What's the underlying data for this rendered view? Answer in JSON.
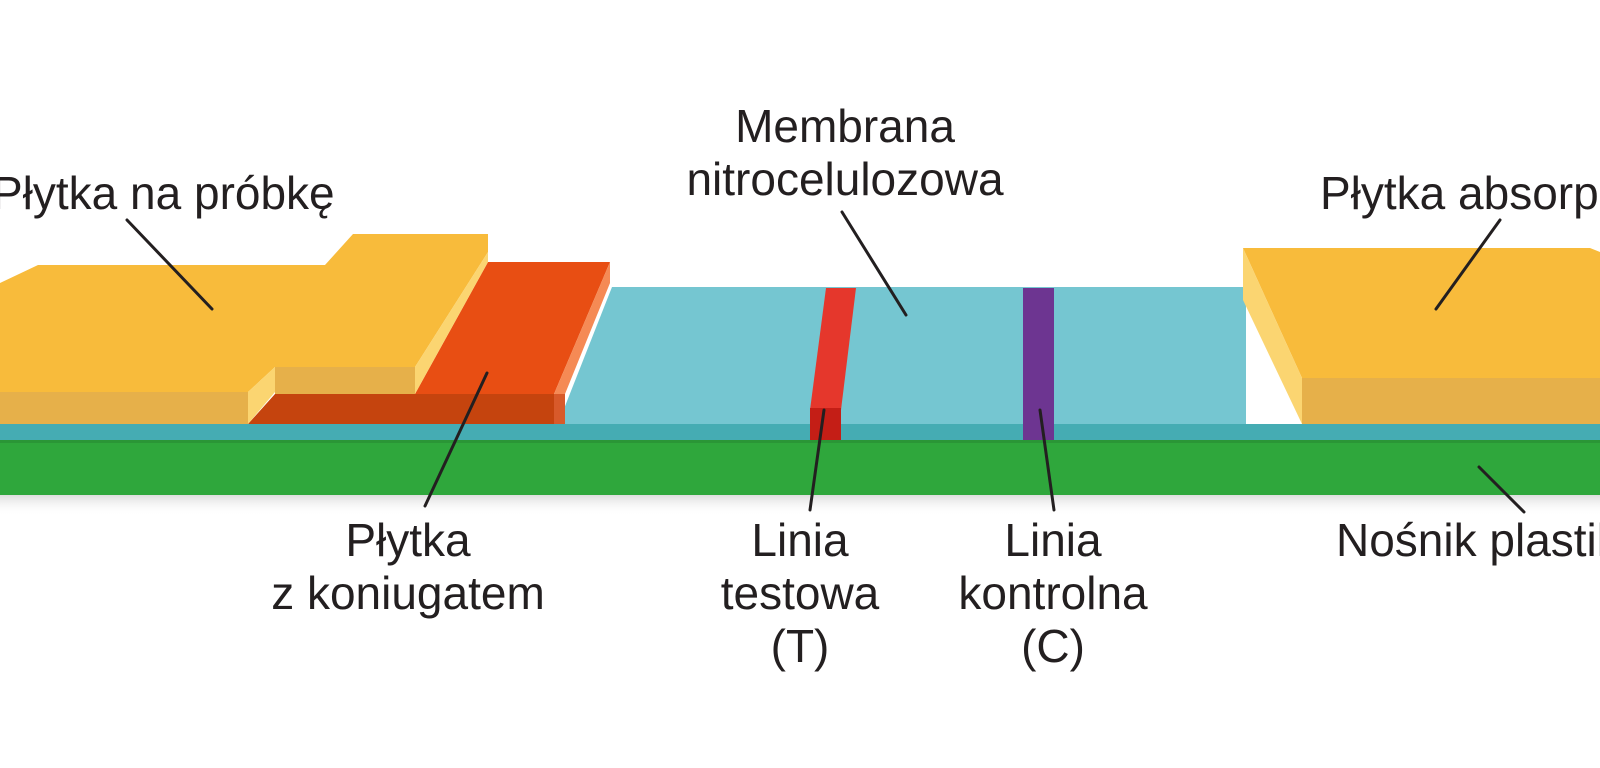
{
  "labels": {
    "sample_pad": "Płytka na próbkę",
    "membrane_line1": "Membrana",
    "membrane_line2": "nitrocelulozowa",
    "absorbent_pad": "Płytka absorpcyjna",
    "conjugate_line1": "Płytka",
    "conjugate_line2": "z koniugatem",
    "test_line1": "Linia",
    "test_line2": "testowa",
    "test_line3": "(T)",
    "control_line1": "Linia",
    "control_line2": "kontrolna",
    "control_line3": "(C)",
    "backing": "Nośnik plastikowy"
  },
  "colors": {
    "sample_pad": "#f8bb3b",
    "conjugate_pad": "#e84e13",
    "membrane": "#75c6d1",
    "test_line": "#e5372c",
    "control_line": "#6d3591",
    "backing": "#2fa73c"
  }
}
